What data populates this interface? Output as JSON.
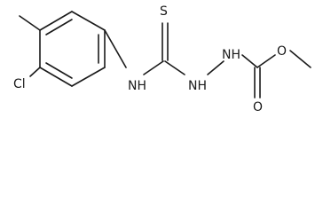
{
  "molecule": {
    "atoms": {
      "cl": "Cl",
      "nh_aryl": "NH",
      "s": "S",
      "nh_hydrazide_1": "NH",
      "nh_hydrazide_2": "NH",
      "o_carbonyl": "O",
      "o_ester": "O"
    }
  }
}
